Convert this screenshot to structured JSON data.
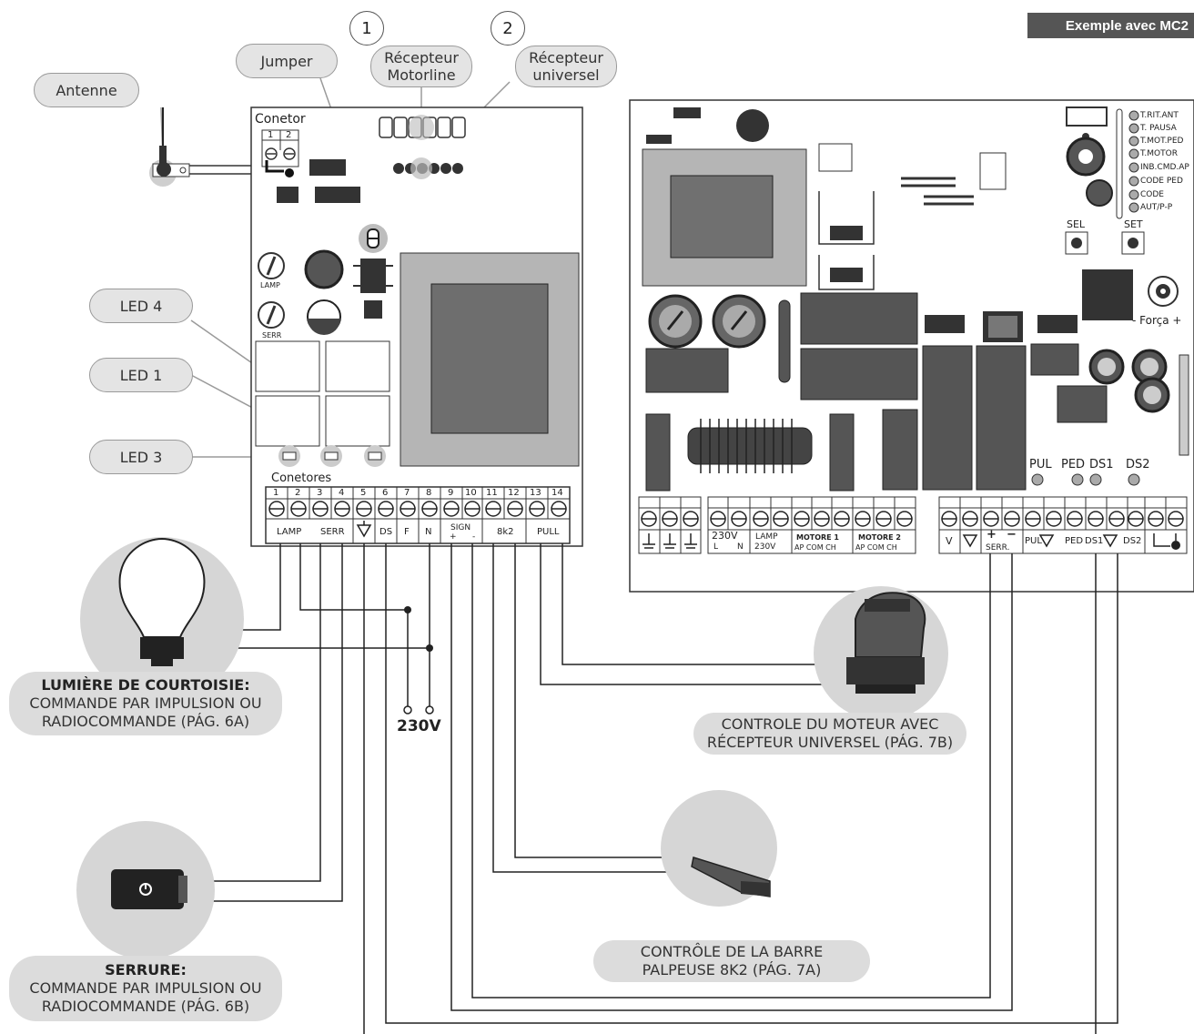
{
  "tag": "Exemple avec MC2",
  "callouts": {
    "antenne": "Antenne",
    "jumper": "Jumper",
    "num1": "1",
    "num2": "2",
    "recepteur_motorline_l1": "Récepteur",
    "recepteur_motorline_l2": "Motorline",
    "recepteur_universel_l1": "Récepteur",
    "recepteur_universel_l2": "universel",
    "led4": "LED 4",
    "led1": "LED 1",
    "led3": "LED 3"
  },
  "left_board": {
    "conetor": "Conetor",
    "conetor_pins": [
      "1",
      "2"
    ],
    "conetores": "Conetores",
    "lamp": "LAMP",
    "serr": "SERR",
    "terminal_numbers": [
      "1",
      "2",
      "3",
      "4",
      "5",
      "6",
      "7",
      "8",
      "9",
      "10",
      "11",
      "12",
      "13",
      "14"
    ],
    "group_labels": {
      "lamp": "LAMP",
      "serr": "SERR",
      "ds": "DS",
      "f": "F",
      "n": "N",
      "sign": "SIGN",
      "sign_plus": "+",
      "sign_minus": "-",
      "r8k2": "8k2",
      "pull": "PULL"
    }
  },
  "right_board": {
    "dip_labels": [
      "T.RIT.ANT",
      "T. PAUSA",
      "T.MOT.PED",
      "T.MOTOR",
      "INB.CMD.AP",
      "CODE PED",
      "CODE",
      "AUT/P-P"
    ],
    "sel": "SEL",
    "set": "SET",
    "forca": "- Força +",
    "leds": {
      "pul": "PUL",
      "ped": "PED",
      "ds1": "DS1",
      "ds2": "DS2"
    },
    "terminals": {
      "v230": "230V",
      "l": "L",
      "n": "N",
      "lamp": "LAMP",
      "lamp_v": "230V",
      "motore1": "MOTORE 1",
      "motore2": "MOTORE 2",
      "ap_com_ch": "AP COM CH",
      "v": "V",
      "plus": "+",
      "minus": "−",
      "serr": "SERR.",
      "pul": "PUL",
      "ped": "PED",
      "ds1": "DS1",
      "ds2": "DS2"
    }
  },
  "v230_label": "230V",
  "captions": {
    "lumiere_title": "LUMIÈRE DE COURTOISIE:",
    "lumiere_l1": "COMMANDE PAR IMPULSION OU",
    "lumiere_l2": "RADIOCOMMANDE (PÁG. 6A)",
    "serrure_title": "SERRURE:",
    "serrure_l1": "COMMANDE PAR IMPULSION OU",
    "serrure_l2": "RADIOCOMMANDE (PÁG. 6B)",
    "moteur_l1": "CONTROLE DU MOTEUR AVEC",
    "moteur_l2": "RÉCEPTEUR UNIVERSEL (PÁG. 7B)",
    "barre_l1": "CONTRÔLE DE LA BARRE",
    "barre_l2": "PALPEUSE 8K2 (PÁG. 7A)"
  }
}
